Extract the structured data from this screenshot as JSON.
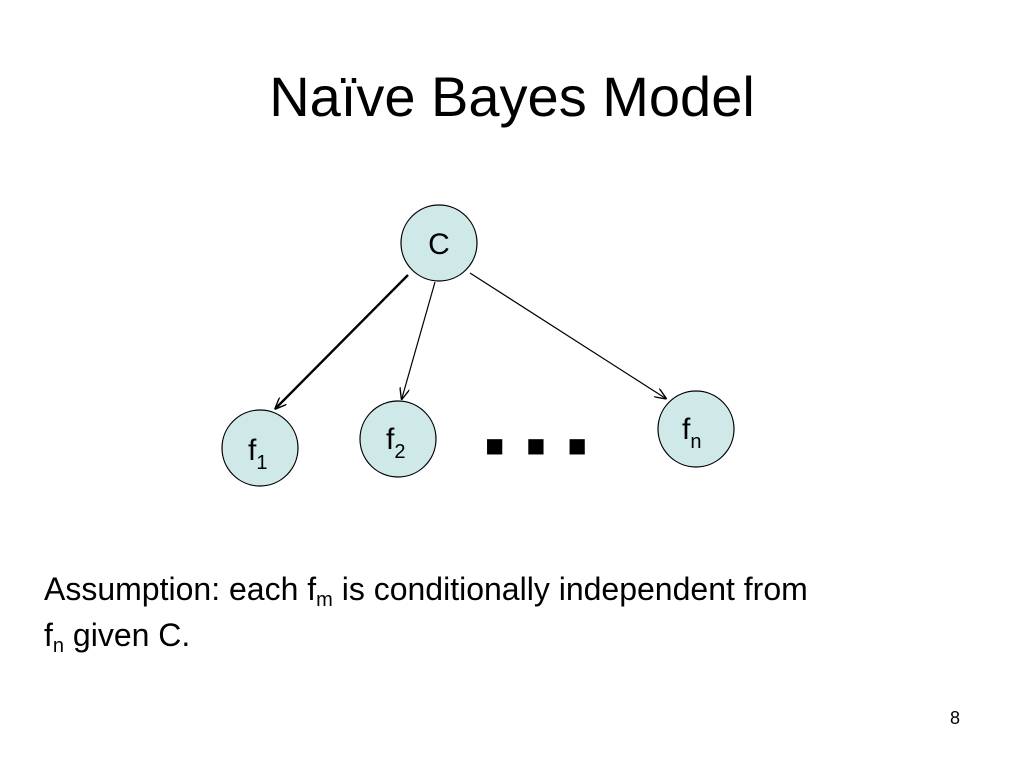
{
  "slide": {
    "title": "Naïve Bayes Model",
    "page_number": "8"
  },
  "diagram": {
    "node_fill": "#cfe8e8",
    "nodes": [
      {
        "id": "c",
        "label": "C",
        "sub": ""
      },
      {
        "id": "f1",
        "label": "f",
        "sub": "1"
      },
      {
        "id": "f2",
        "label": "f",
        "sub": "2"
      },
      {
        "id": "fn",
        "label": "f",
        "sub": "n"
      }
    ],
    "edges": [
      {
        "from": "c",
        "to": "f1"
      },
      {
        "from": "c",
        "to": "f2"
      },
      {
        "from": "c",
        "to": "fn"
      }
    ],
    "ellipsis": "■ ■ ■"
  },
  "assumption": {
    "prefix": "Assumption: each f",
    "sub_m": "m",
    "middle": " is conditionally independent from",
    "line2_prefix": " f",
    "sub_n": "n",
    "suffix": " given C."
  }
}
